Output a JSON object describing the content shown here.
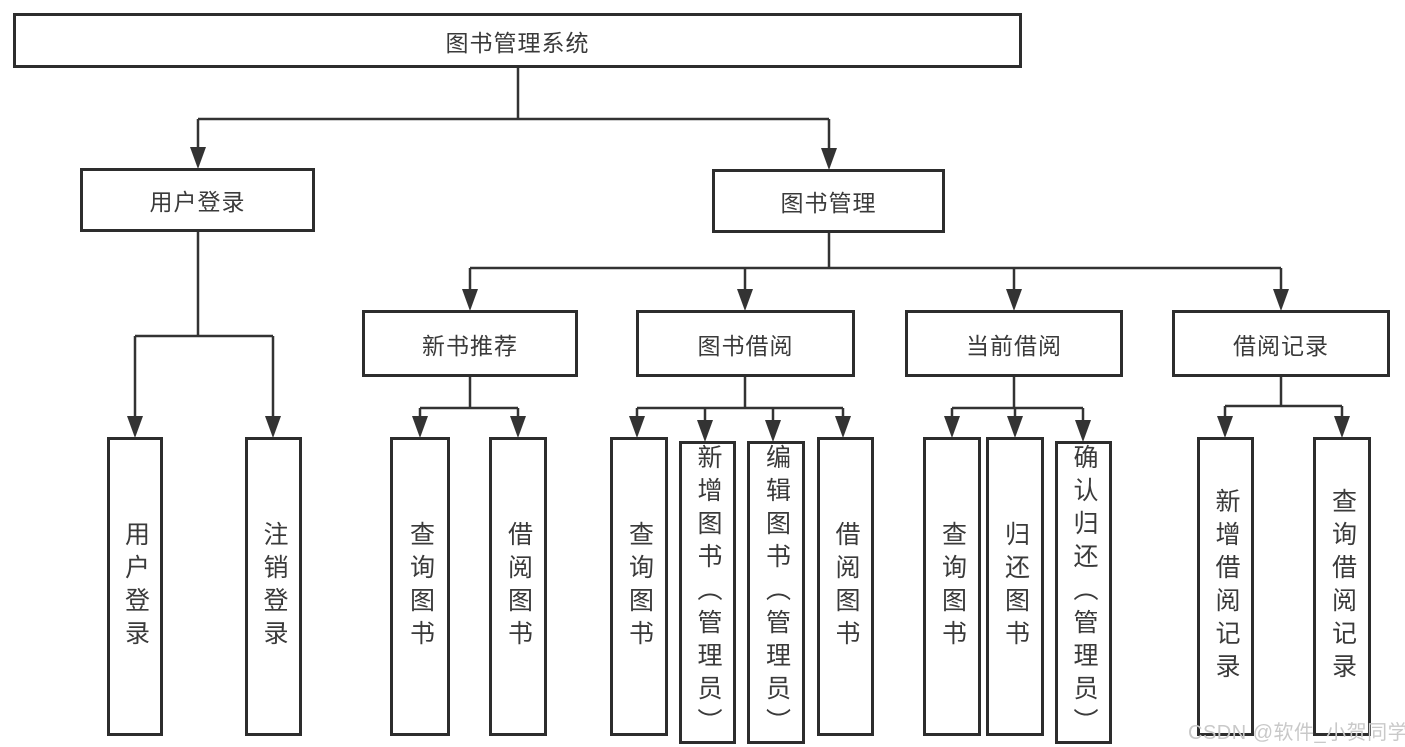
{
  "diagram_type": "functional-structure-tree",
  "tree": {
    "root": "图书管理系统",
    "branches": [
      {
        "label": "用户登录",
        "children": [
          "用户登录",
          "注销登录"
        ]
      },
      {
        "label": "图书管理",
        "sections": [
          {
            "label": "新书推荐",
            "children": [
              "查询图书",
              "借阅图书"
            ]
          },
          {
            "label": "图书借阅",
            "children": [
              "查询图书",
              "新增图书（管理员）",
              "编辑图书（管理员）",
              "借阅图书"
            ]
          },
          {
            "label": "当前借阅",
            "children": [
              "查询图书",
              "归还图书",
              "确认归还（管理员）"
            ]
          },
          {
            "label": "借阅记录",
            "children": [
              "新增借阅记录",
              "查询借阅记录"
            ]
          }
        ]
      }
    ]
  },
  "watermark": {
    "text": "CSDN @软件_小贺同学"
  },
  "colors": {
    "background": "#ffffff",
    "box_border": "#2d2d2d",
    "connector_line": "#333333",
    "text": "#3a3a3a",
    "watermark": "#c9c9c9"
  }
}
